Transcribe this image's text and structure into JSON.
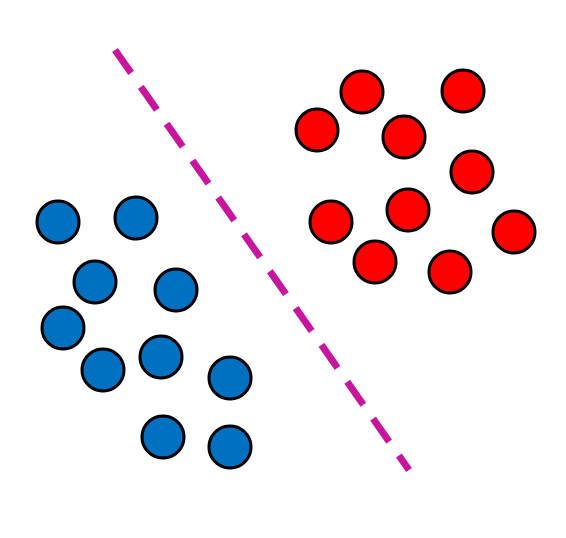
{
  "colors": {
    "background": "#ffffff",
    "class_a": "#0070c0",
    "class_b": "#ff0000",
    "outline": "#000000",
    "boundary": "#c8159e"
  },
  "chart_data": {
    "type": "scatter",
    "series": [
      {
        "key": "blue-cluster",
        "points": [
          [
            58,
            222
          ],
          [
            136,
            218
          ],
          [
            95,
            282
          ],
          [
            176,
            290
          ],
          [
            63,
            328
          ],
          [
            103,
            370
          ],
          [
            161,
            357
          ],
          [
            230,
            378
          ],
          [
            163,
            437
          ],
          [
            230,
            447
          ]
        ]
      },
      {
        "key": "red-cluster",
        "points": [
          [
            362,
            92
          ],
          [
            463,
            91
          ],
          [
            317,
            130
          ],
          [
            404,
            137
          ],
          [
            472,
            172
          ],
          [
            331,
            222
          ],
          [
            408,
            210
          ],
          [
            514,
            232
          ],
          [
            375,
            262
          ],
          [
            450,
            272
          ]
        ]
      }
    ],
    "decision_boundary": {
      "style": "dashed",
      "from": [
        115,
        50
      ],
      "to": [
        409,
        470
      ]
    }
  }
}
